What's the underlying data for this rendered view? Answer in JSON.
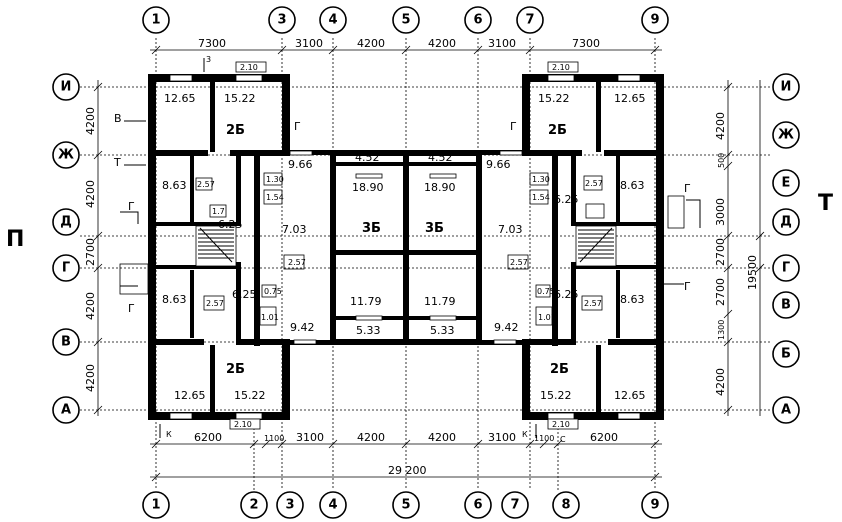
{
  "axes": {
    "top": [
      "1",
      "3",
      "4",
      "5",
      "6",
      "7",
      "9"
    ],
    "bottom": [
      "1",
      "2",
      "3",
      "4",
      "5",
      "6",
      "7",
      "8",
      "9"
    ],
    "left": [
      "И",
      "Ж",
      "Д",
      "Г",
      "В",
      "А"
    ],
    "right": [
      "И",
      "Ж",
      "Е",
      "Д",
      "Г",
      "В",
      "Б",
      "А"
    ]
  },
  "dims": {
    "top": [
      "7300",
      "3100",
      "4200",
      "4200",
      "3100",
      "7300"
    ],
    "bottom": [
      "6200",
      "1100",
      "3100",
      "4200",
      "4200",
      "3100",
      "1100",
      "6200"
    ],
    "total": "29 200",
    "left": [
      "4200",
      "4200",
      "2700",
      "4200",
      "4200"
    ],
    "right": [
      "4200",
      "500",
      "3000",
      "2700",
      "2700",
      "1300",
      "4200"
    ],
    "right_total": "19500",
    "window_210_top": [
      "2.10",
      "2.10"
    ],
    "window_210_bottom": [
      "2.10",
      "2.10"
    ]
  },
  "areas": {
    "tl_1": "12.65",
    "tl_2": "15.22",
    "tl_k1": "8.63",
    "tl_k2": "6.25",
    "tl_s1": "9.66",
    "tl_s2": "1.30",
    "tl_s3": "1.54",
    "tl_s4": "2.57",
    "tl_s5": "1.7",
    "ml_1": "7.03",
    "ml_2": "2.57",
    "ml_3": "8.63",
    "ml_4": "6.25",
    "ml_5": "0.75",
    "ml_6": "1.01",
    "ml_7": "9.42",
    "ml_8": "2.57",
    "bl_1": "12.65",
    "bl_2": "15.22",
    "c_1": "4.52",
    "c_2": "4.52",
    "c_3": "18.90",
    "c_4": "18.90",
    "c_5": "11.79",
    "c_6": "11.79",
    "c_7": "5.33",
    "c_8": "5.33",
    "tr_1": "15.22",
    "tr_2": "12.65",
    "tr_k1": "9.66",
    "tr_k2": "1.30",
    "tr_k3": "1.54",
    "tr_k4": "6.25",
    "tr_k5": "2.57",
    "tr_k6": "8.63",
    "mr_1": "7.03",
    "mr_2": "2.57",
    "mr_3": "6.25",
    "mr_4": "2.57",
    "mr_5": "8.63",
    "mr_6": "0.75",
    "mr_7": "1.01",
    "mr_8": "9.42",
    "br_1": "15.22",
    "br_2": "12.65"
  },
  "apt_labels": {
    "tl": "2Б",
    "bl": "2Б",
    "tr": "2Б",
    "br": "2Б",
    "c1": "3Б",
    "c2": "3Б"
  },
  "marks": {
    "left_side": "П",
    "right_side": "T",
    "g1": "Г",
    "g2": "Г",
    "g3": "Г",
    "g4": "Г",
    "g5": "Г",
    "g6": "Г",
    "v": "B",
    "t": "T",
    "z": "3",
    "k1": "К",
    "k2": "К",
    "c": "С"
  }
}
